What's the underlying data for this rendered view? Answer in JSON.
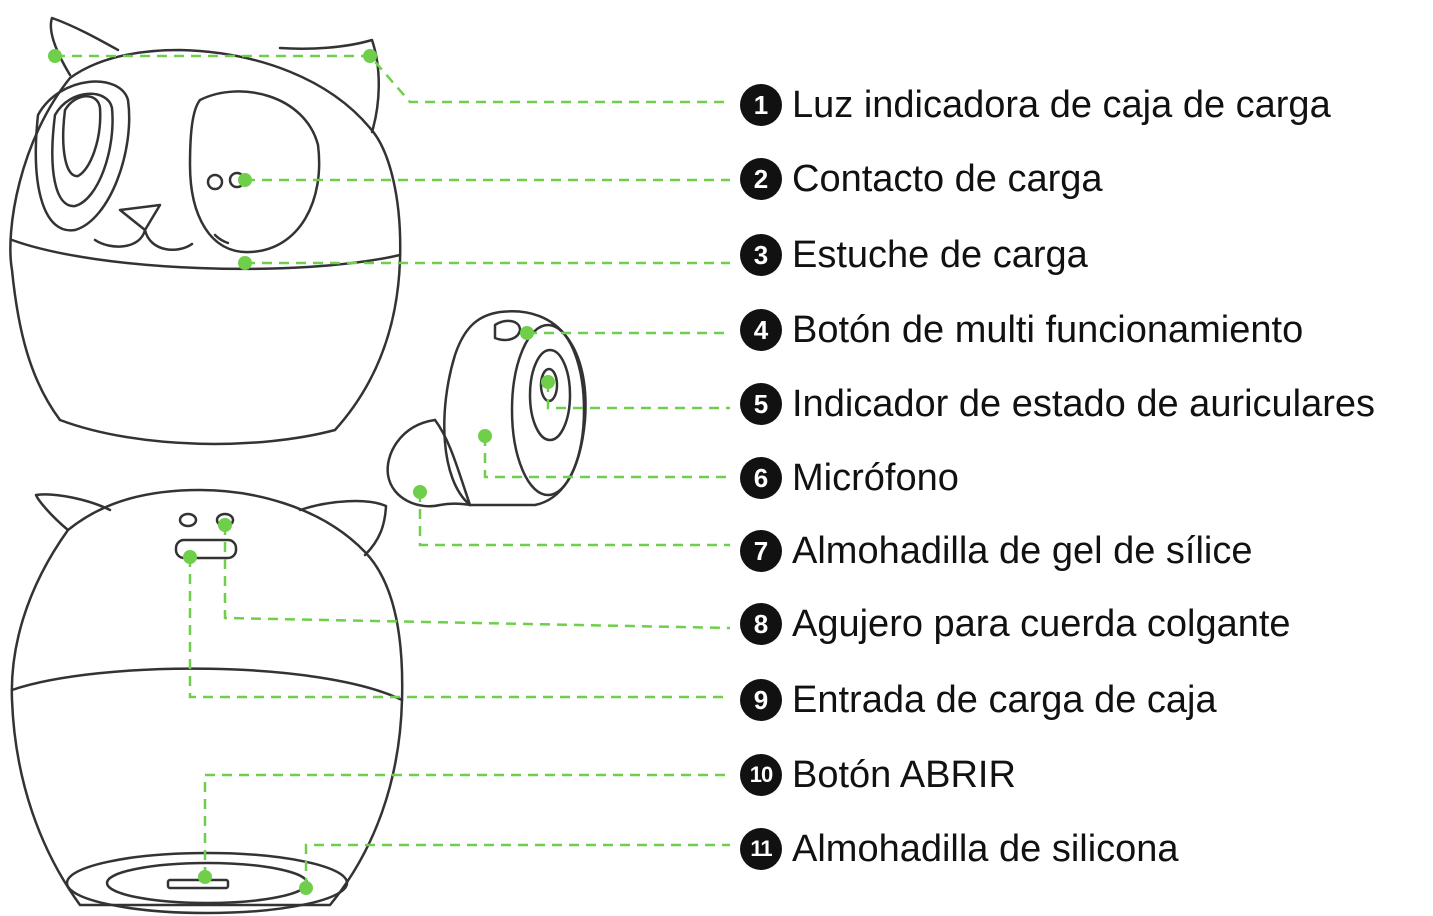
{
  "colors": {
    "leader": "#6fcf4a",
    "outline": "#333333",
    "badge": "#111111"
  },
  "callouts": [
    {
      "number": "1",
      "text": "Luz indicadora de caja de carga"
    },
    {
      "number": "2",
      "text": "Contacto de carga"
    },
    {
      "number": "3",
      "text": "Estuche de carga"
    },
    {
      "number": "4",
      "text": "Botón de multi funcionamiento"
    },
    {
      "number": "5",
      "text": "Indicador de estado de auriculares"
    },
    {
      "number": "6",
      "text": "Micrófono"
    },
    {
      "number": "7",
      "text": "Almohadilla de gel de sílice"
    },
    {
      "number": "8",
      "text": "Agujero para cuerda colgante"
    },
    {
      "number": "9",
      "text": "Entrada de carga de caja"
    },
    {
      "number": "10",
      "text": "Botón ABRIR"
    },
    {
      "number": "11",
      "text": "Almohadilla de silicona"
    }
  ]
}
